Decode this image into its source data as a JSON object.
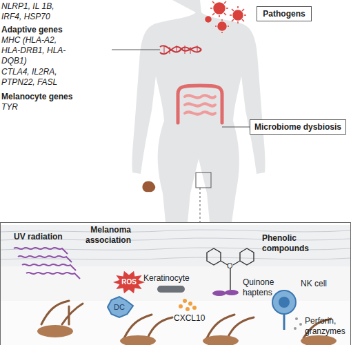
{
  "diagram": {
    "nodes": [
      {
        "text": [
          "Pathogens"
        ]
      },
      {
        "text": [
          "Microbiome dysbiosis"
        ]
      },
      {
        "text": [
          "ROS"
        ]
      },
      {
        "text": [
          "DC"
        ]
      }
    ],
    "labels": [
      "NLRP1, IL 1B, IRF4, HSP70",
      "Adaptive genes",
      "MHC (HLA-A2, HLA-DRB1, HLA-DQB1)",
      "CTLA4, IL2RA, PTPN22, FASL",
      "Melanocyte genes",
      "TYR",
      "Melanoma association",
      "UV radiation",
      "Keratinocyte",
      "CXCL10",
      "Phenolic compounds",
      "Quinone haptens",
      "NK cell",
      "Perforin, granzymes"
    ]
  }
}
